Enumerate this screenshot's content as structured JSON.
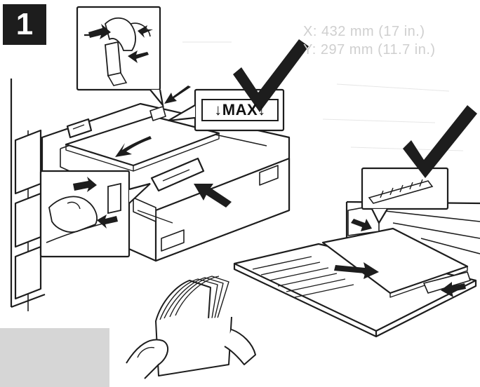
{
  "step": {
    "number": "1"
  },
  "dimensions": {
    "line1": "X: 432 mm (17 in.)",
    "line2": "Y: 297 mm (11.7 in.)"
  },
  "fill_limit": {
    "label": "MAX"
  },
  "colors": {
    "ink": "#1d1d1d",
    "paper": "#ffffff",
    "scan_gray": "#d9d9d9"
  },
  "icons": [
    "checkmark-icon",
    "arrow-icon",
    "hand-icon"
  ]
}
